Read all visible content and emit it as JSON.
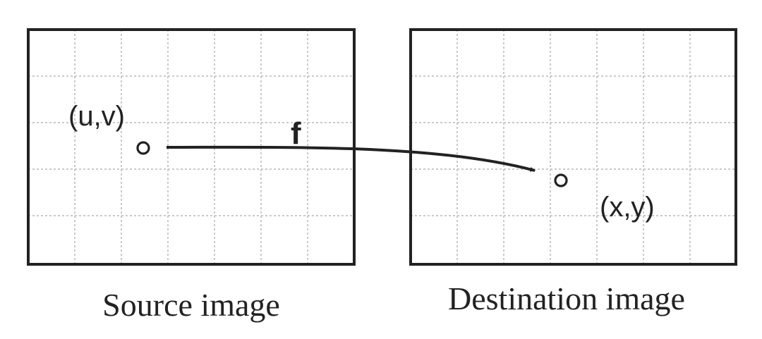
{
  "source": {
    "point_label": "(u,v)",
    "caption": "Source image"
  },
  "destination": {
    "point_label": "(x,y)",
    "caption": "Destination image"
  },
  "mapping": {
    "label": "f"
  }
}
